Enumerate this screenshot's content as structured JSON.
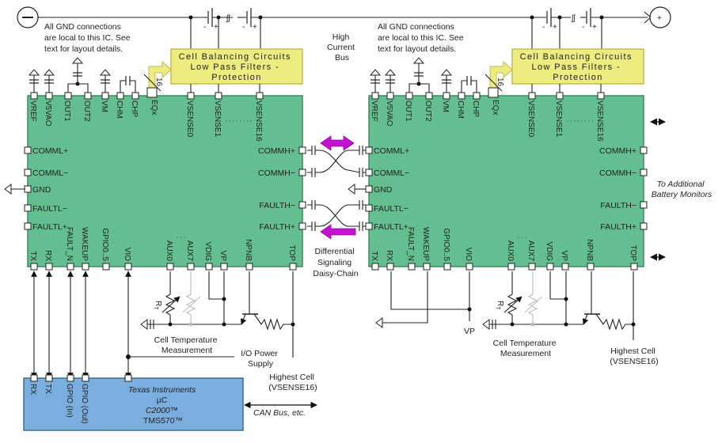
{
  "colors": {
    "ic_fill": "#63bf8f",
    "ic_stroke": "#3f8a5f",
    "filter_fill": "#ecec80",
    "filter_stroke": "#bdbd50",
    "mcu_fill": "#7aaede",
    "mcu_stroke": "#3f6d99",
    "arrow_magenta": "#c214d0"
  },
  "battery": {
    "neg_terminal": "−",
    "pos_terminal": "+",
    "cell_minus": "-",
    "cell_plus": "+",
    "bus_label": [
      "High",
      "Current",
      "Bus"
    ]
  },
  "notes": {
    "gnd_local": [
      "All GND connections",
      "are local to this IC. See",
      "text for layout details."
    ]
  },
  "filter_block": {
    "lines": [
      "Cell Balancing Circuits",
      "Low Pass Filters -",
      "Protection"
    ],
    "bus_width": "16"
  },
  "ic_left": {
    "top_pins": [
      "VREF",
      "V5VAO",
      "OUT1",
      "OUT2",
      "VM",
      "CHM",
      "CHP",
      "EQx",
      "VSENSE0",
      "VSENSE1",
      "VSENSE16"
    ],
    "left_pins": [
      "COMML+",
      "COMML−",
      "GND",
      "FAULTL−",
      "FAULTL+"
    ],
    "right_pins": [
      "COMMH+",
      "COMMH−",
      "FAULTH−",
      "FAULTH+"
    ],
    "bottom_pins": [
      "TX",
      "RX",
      "FAULT_N",
      "WAKEUP",
      "GPIO0..5",
      "VIO",
      "AUX0",
      "AUX7",
      "VDIG",
      "VP",
      "NPNB",
      "TOP"
    ]
  },
  "ic_right": {
    "top_pins": [
      "VREF",
      "V5VAO",
      "OUT1",
      "OUT2",
      "VM",
      "CHM",
      "CHP",
      "EQx",
      "VSENSE0",
      "VSENSE1",
      "VSENSE16"
    ],
    "left_pins": [
      "COMML+",
      "COMML−",
      "GND",
      "FAULTL−",
      "FAULTL+"
    ],
    "right_pins": [
      "COMMH+",
      "COMMH−",
      "FAULTH−",
      "FAULTH+"
    ],
    "bottom_pins": [
      "TX",
      "RX",
      "FAULT_N",
      "WAKEUP",
      "GPIO0..5",
      "VIO",
      "AUX0",
      "AUX7",
      "VDIG",
      "VP",
      "NPNB",
      "TOP"
    ]
  },
  "labels": {
    "daisy_chain": [
      "Differential",
      "Signaling",
      "Daisy-Chain"
    ],
    "additional": [
      "To Additional",
      "Battery Monitors"
    ],
    "cell_temp": [
      "Cell Temperature",
      "Measurement"
    ],
    "io_supply": [
      "I/O Power",
      "Supply"
    ],
    "highest_cell": [
      "Highest Cell",
      "(VSENSE16)"
    ],
    "thermistor": "R",
    "thermistor_sub": "T",
    "vp": "VP",
    "can_bus": "CAN Bus, etc."
  },
  "mcu": {
    "pins": [
      "RX",
      "TX",
      "GPIO (In)",
      "GPIO (Out)"
    ],
    "lines": [
      "Texas Instruments",
      "µC",
      "C2000™",
      "TMS570™"
    ]
  }
}
